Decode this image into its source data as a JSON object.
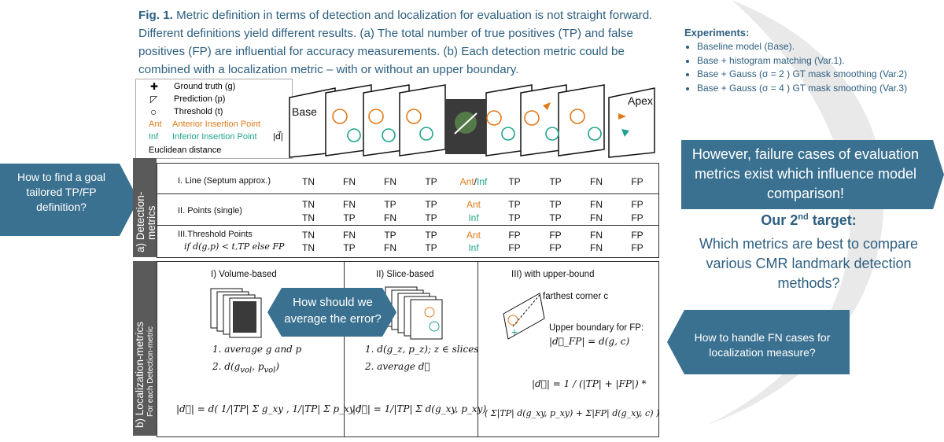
{
  "caption": {
    "fig": "Fig. 1.",
    "text": " Metric definition in terms of detection and localization for evaluation is not straight forward. Different definitions yield different results. (a) The total number of true positives (TP) and false positives (FP) are influential for accuracy measurements. (b) Each detection metric could be combined with a localization metric – with or without an upper boundary."
  },
  "experiments": {
    "title": "Experiments:",
    "items": [
      "Baseline model (Base).",
      "Base + histogram matching (Var.1).",
      "Base + Gauss (σ = 2 ) GT mask smoothing (Var.2)",
      "Base + Gauss (σ = 4 ) GT  mask smoothing (Var.3)"
    ]
  },
  "callouts": {
    "left": "How to find a goal tailored TP/FP definition?",
    "failure": "However,  failure cases of evaluation metrics exist which influence model comparison!",
    "target_prefix": "Our 2",
    "target_sup": "nd",
    "target_suffix": " target:",
    "target_question": "Which metrics are best to compare various CMR landmark detection methods?",
    "average": "How should we average the error?",
    "fn": "How to handle FN cases for localization measure?"
  },
  "legend": {
    "gt": "Ground truth (g)",
    "pred": "Prediction (p)",
    "thr": "Threshold (t)",
    "ant_abbr": "Ant",
    "ant": "Anterior Insertion Point",
    "inf_abbr": "Inf",
    "inf": "Inferior Insertion Point",
    "dist_sym": "|d⃗|",
    "eucl": "Euclidean distance"
  },
  "slices": {
    "base": "Base",
    "apex": "Apex"
  },
  "detection": {
    "bar_label_1": "a) Detection-",
    "bar_label_2": "metrics",
    "rows": [
      {
        "label": "I. Line (Septum approx.)",
        "values": [
          [
            "TN",
            "FN",
            "FN",
            "TP",
            "Ant/Inf",
            "TP",
            "TP",
            "FN",
            "FP"
          ]
        ]
      },
      {
        "label": "II. Points (single)",
        "values": [
          [
            "TN",
            "FN",
            "TP",
            "TP",
            "Ant",
            "TP",
            "TP",
            "FN",
            "FP"
          ],
          [
            "TN",
            "TP",
            "FN",
            "TP",
            "Inf",
            "TP",
            "TP",
            "FN",
            "FP"
          ]
        ]
      },
      {
        "label": "III.Threshold Points",
        "label2": "if d(g,p) < t,TP else FP",
        "values": [
          [
            "TN",
            "FN",
            "TP",
            "TP",
            "Ant",
            "FP",
            "FP",
            "FN",
            "FP"
          ],
          [
            "TN",
            "TP",
            "FN",
            "TP",
            "Inf",
            "FP",
            "FP",
            "FN",
            "FP"
          ]
        ]
      }
    ]
  },
  "localization": {
    "bar_label_1": "b)  Localization-metrics",
    "bar_label_2": "For each Detection-metric",
    "volume": {
      "title": "I) Volume-based",
      "step1": "1. average g and p",
      "step2": "2. d(g",
      "step2_sub1": "vol",
      "step2_mid": ", p",
      "step2_sub2": "vol",
      "step2_end": ")",
      "formula": "|d⃗| = d( 1/|TP| Σ g_xy , 1/|TP| Σ p_xy )"
    },
    "slice": {
      "title": "II) Slice-based",
      "step1": "1. d(g_z, p_z); z ∈ slices",
      "step2": "2. average d⃗",
      "formula": "|d⃗| = 1/|TP| Σ d(g_xy, p_xy)"
    },
    "upper": {
      "title": "III) with upper-bound",
      "corner": "farthest corner c",
      "boundary": "Upper boundary for FP:",
      "boundary_formula": "|d⃗_FP| = d(g, c)",
      "formula_1": "|d⃗| = 1 / (|TP| + |FP|) *",
      "formula_2": "( Σ|TP| d(g_xy, p_xy) + Σ|FP| d(g_xy, c) )"
    }
  },
  "colors": {
    "accent": "#3b7190",
    "caption": "#2d5f80",
    "orange": "#e07b1a",
    "teal": "#1fa38c",
    "bar": "#5a5a5a"
  }
}
